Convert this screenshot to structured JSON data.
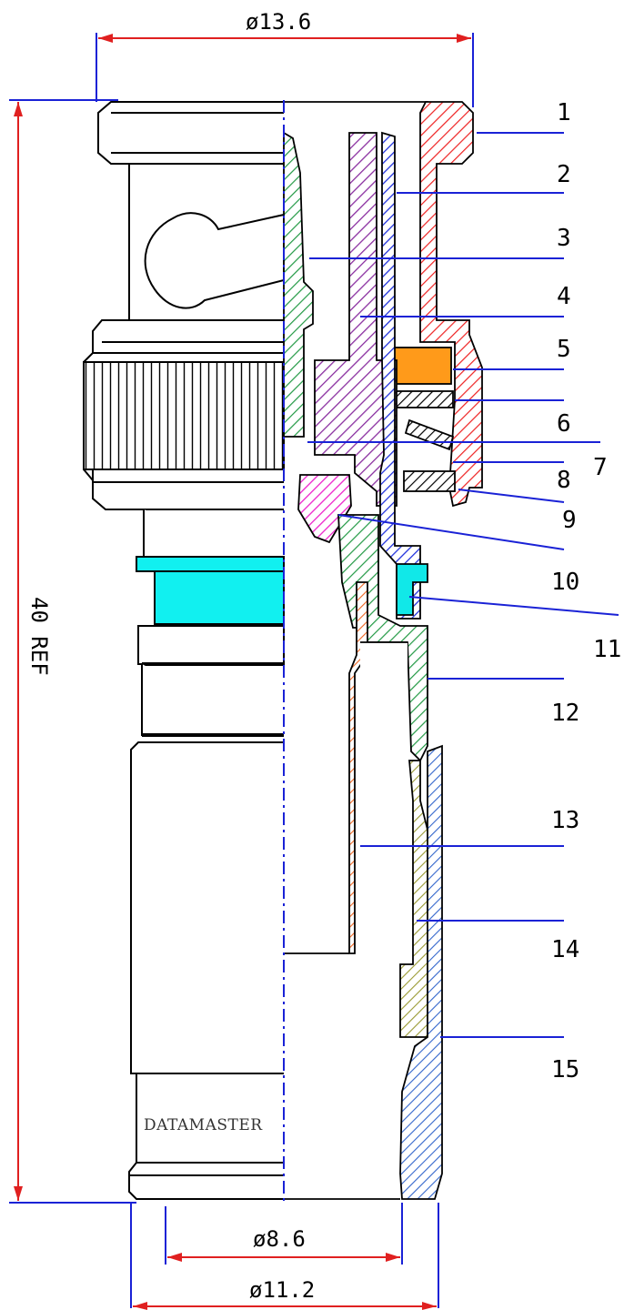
{
  "dimensions": {
    "top_diameter": "ø13.6",
    "length": "40 REF",
    "bottom_inner_diameter": "ø8.6",
    "bottom_outer_diameter": "ø11.2"
  },
  "brand_label": "DATAMASTER",
  "callouts": [
    "1",
    "2",
    "3",
    "4",
    "5",
    "6",
    "7",
    "8",
    "9",
    "10",
    "11",
    "12",
    "13",
    "14",
    "15"
  ],
  "colors": {
    "dimension_line": "#e02020",
    "extension_line": "#1a22d6",
    "leader_line": "#1a22d6",
    "centerline": "#1a22d6",
    "part_1_body": "#ee2222",
    "part_2_pin": "#2233dd",
    "part_3": "#229944",
    "part_4": "#8a2fa0",
    "part_5": "#ff9a1a",
    "part_10": "#ee22cc",
    "part_11": "#11e8e8",
    "part_12": "#229944",
    "part_13": "#ee6622",
    "part_14": "#9a9a33",
    "part_15": "#3366cc",
    "ring_accent": "#11f0f0"
  }
}
